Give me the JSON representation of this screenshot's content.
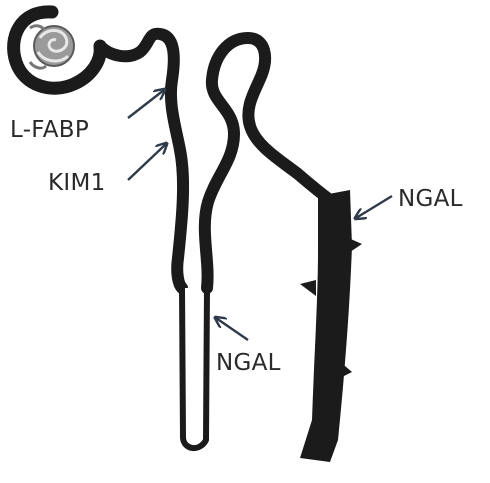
{
  "diagram": {
    "labels": {
      "lfabp": "L-FABP",
      "kim1": "KIM1",
      "ngal_loop": "NGAL",
      "ngal_duct": "NGAL"
    },
    "colors": {
      "ink": "#1b1b1b",
      "glomerulus": "#8c8c8c",
      "arrow": "#2f3a4a",
      "background": "#ffffff"
    }
  }
}
